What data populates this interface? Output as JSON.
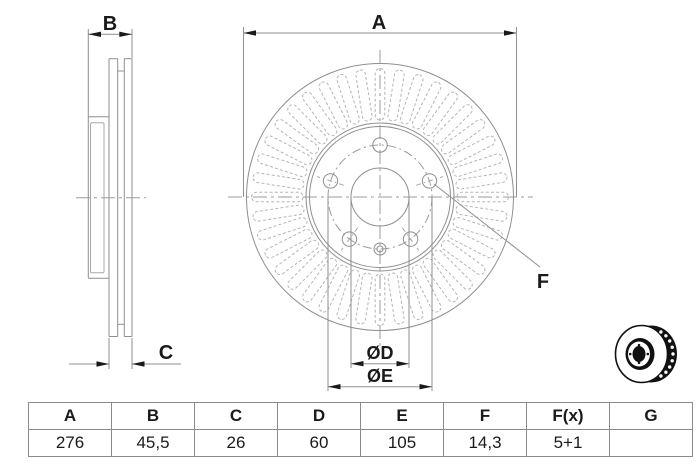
{
  "drawing": {
    "labels": {
      "a": "A",
      "b": "B",
      "c": "C",
      "f": "F",
      "diam_d": "ØD",
      "diam_e": "ØE"
    }
  },
  "table": {
    "headers": [
      "A",
      "B",
      "C",
      "D",
      "E",
      "F",
      "F(x)",
      "G"
    ],
    "values": [
      "276",
      "45,5",
      "26",
      "60",
      "105",
      "14,3",
      "5+1",
      ""
    ]
  },
  "icons": {
    "thumbnail": "brake-disc-3d-icon"
  },
  "colors": {
    "line": "#8f8f8f",
    "dashed_line": "#b5b5b5",
    "text": "#1a1a1a",
    "table_border": "#8a8a8a",
    "icon_fill": "#111111"
  }
}
